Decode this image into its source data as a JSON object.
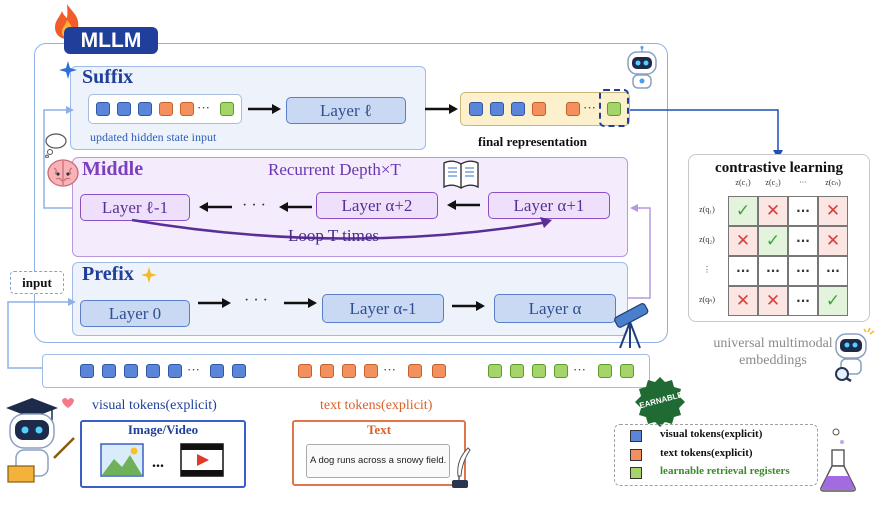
{
  "mllm": {
    "title": "MLLM"
  },
  "suffix": {
    "title": "Suffix",
    "layer": "Layer ℓ",
    "caption": "updated hidden state input",
    "dots": "···"
  },
  "final": {
    "label": "final representation",
    "dots": "···"
  },
  "middle": {
    "title": "Middle",
    "recurrent": "Recurrent Depth×T",
    "layers": [
      "Layer ℓ-1",
      "Layer α+2",
      "Layer α+1"
    ],
    "loop": "Loop T times",
    "dots": "· · ·"
  },
  "prefix": {
    "title": "Prefix",
    "layers": [
      "Layer 0",
      "Layer α-1",
      "Layer α"
    ],
    "dots": "· · ·"
  },
  "input_label": "input",
  "tokens": {
    "visual_caption": "visual tokens(explicit)",
    "text_caption": "text tokens(explicit)",
    "dots": "···"
  },
  "image_video": {
    "title": "Image/Video",
    "ellipsis": "..."
  },
  "text_box": {
    "title": "Text",
    "sentence": "A dog runs across a snowy field."
  },
  "contrastive": {
    "title": "contrastive learning",
    "col_headers": [
      "z(c₁)",
      "z(c₂)",
      "···",
      "z(cₙ)"
    ],
    "row_headers": [
      "z(q₁)",
      "z(q₂)",
      "⋮",
      "z(qₙ)"
    ],
    "cells": [
      [
        "✓",
        "✕",
        "···",
        "✕"
      ],
      [
        "✕",
        "✓",
        "···",
        "✕"
      ],
      [
        "···",
        "···",
        "···",
        "···"
      ],
      [
        "✕",
        "✕",
        "···",
        "✓"
      ]
    ],
    "caption_line1": "universal multimodal",
    "caption_line2": "embeddings"
  },
  "learnable_badge": "LEARNABLE!",
  "legend": {
    "items": [
      {
        "label": "visual tokens(explicit)",
        "color": "#5b85d9"
      },
      {
        "label": "text tokens(explicit)",
        "color": "#f2915f"
      },
      {
        "label": "learnable retrieval registers",
        "color": "#a5d46b"
      }
    ]
  },
  "colors": {
    "accent_blue": "#1f3f9a",
    "purple": "#7b3fbf",
    "check_green": "#3aa63a",
    "cross_red": "#d9413a"
  },
  "icons": [
    "fire-icon",
    "sparkle-icon",
    "robot-icon",
    "brain-icon",
    "book-icon",
    "telescope-icon",
    "flask-icon",
    "magnifier-icon",
    "quill-icon",
    "play-icon",
    "image-icon"
  ]
}
